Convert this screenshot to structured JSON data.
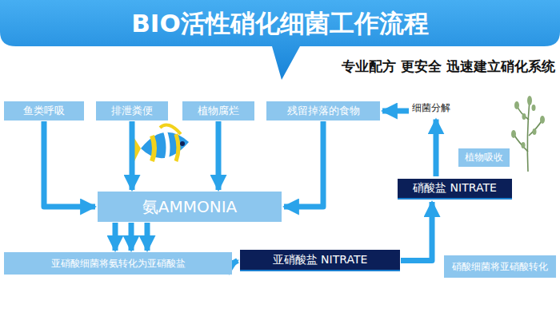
{
  "diagram": {
    "title": "BIO活性硝化细菌工作流程",
    "nodes": [
      {
        "text": [
          "鱼类呼吸"
        ]
      },
      {
        "text": [
          "排泄粪便"
        ]
      },
      {
        "text": [
          "植物腐烂"
        ]
      },
      {
        "text": [
          "残留掉落的食物"
        ]
      },
      {
        "text": [
          "氨AMMONIA"
        ]
      },
      {
        "text": [
          "亚硝酸细菌将氨转化为亚硝酸盐"
        ]
      },
      {
        "text": [
          "亚硝酸盐 NITRATE"
        ]
      },
      {
        "text": [
          "硝酸细菌将亚硝酸转化"
        ]
      },
      {
        "text": [
          "硝酸盐 NITRATE"
        ]
      },
      {
        "text": [
          "植物吸收"
        ]
      }
    ],
    "edges": [
      {
        "from": 0,
        "to": 4,
        "arrow": "to"
      },
      {
        "from": 1,
        "to": 4,
        "arrow": "to"
      },
      {
        "from": 2,
        "to": 4,
        "arrow": "to"
      },
      {
        "from": 3,
        "to": 4,
        "arrow": "to"
      },
      {
        "from": 4,
        "to": 5,
        "arrow": "to"
      },
      {
        "from": 4,
        "to": 5,
        "arrow": "to"
      },
      {
        "from": 4,
        "to": 5,
        "arrow": "to"
      },
      {
        "from": 5,
        "to": 6,
        "arrow": "to"
      },
      {
        "from": 6,
        "to": 8,
        "arrow": "to"
      },
      {
        "from": 8,
        "to": 3,
        "label": "细菌分解",
        "arrow": "to"
      }
    ],
    "labels": [
      "专业配方 更安全 迅速建立硝化系统"
    ]
  }
}
